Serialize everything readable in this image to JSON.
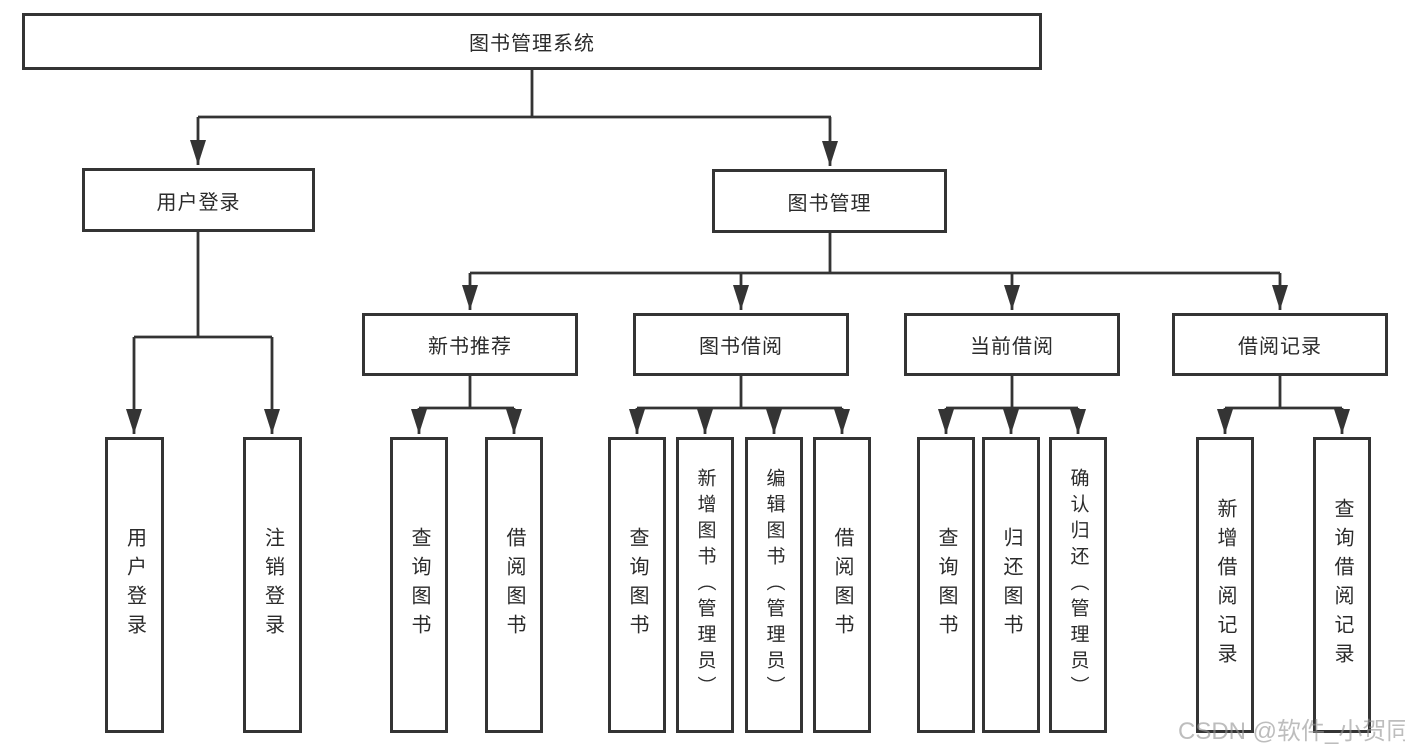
{
  "tree": {
    "label": "图书管理系统",
    "children": [
      {
        "label": "用户登录",
        "children": [
          {
            "label": "用户登录"
          },
          {
            "label": "注销登录"
          }
        ]
      },
      {
        "label": "图书管理",
        "children": [
          {
            "label": "新书推荐",
            "children": [
              {
                "label": "查询图书"
              },
              {
                "label": "借阅图书"
              }
            ]
          },
          {
            "label": "图书借阅",
            "children": [
              {
                "label": "查询图书"
              },
              {
                "label": "新增图书（管理员）"
              },
              {
                "label": "编辑图书（管理员）"
              },
              {
                "label": "借阅图书"
              }
            ]
          },
          {
            "label": "当前借阅",
            "children": [
              {
                "label": "查询图书"
              },
              {
                "label": "归还图书"
              },
              {
                "label": "确认归还（管理员）"
              }
            ]
          },
          {
            "label": "借阅记录",
            "children": [
              {
                "label": "新增借阅记录"
              },
              {
                "label": "查询借阅记录"
              }
            ]
          }
        ]
      }
    ]
  },
  "watermark": "CSDN @软件_小贺同学",
  "colors": {
    "line": "#343434",
    "box_border": "#343434",
    "text": "#2b2b2b",
    "background": "#ffffff",
    "watermark": "#949494"
  }
}
